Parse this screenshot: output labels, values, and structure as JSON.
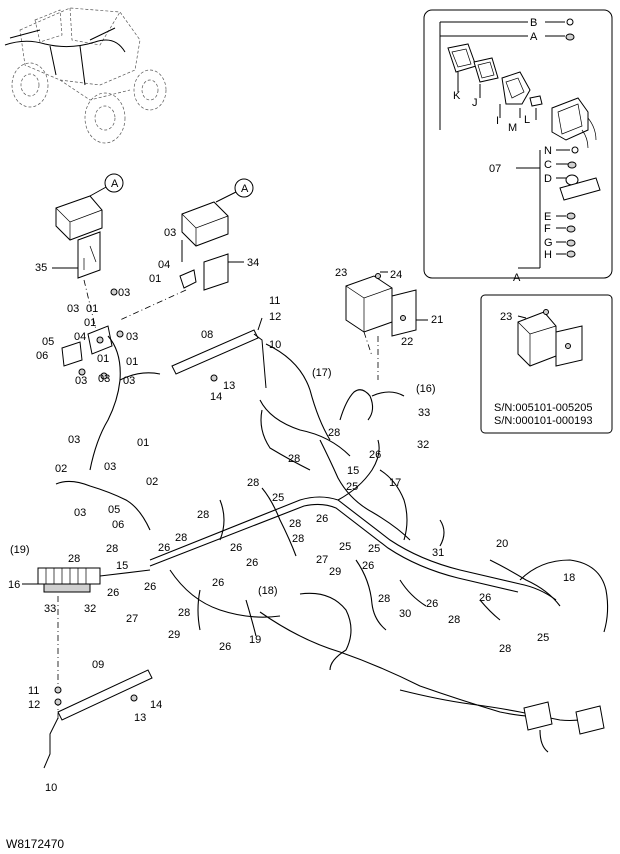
{
  "callout_labels": {
    "A": "A",
    "B": "B",
    "C": "C",
    "D": "D",
    "E": "E",
    "F": "F",
    "G": "G",
    "H": "H",
    "I": "I",
    "J": "J",
    "K": "K",
    "L": "L",
    "M": "M",
    "N": "N"
  },
  "part_numbers": {
    "p01": "01",
    "p02": "02",
    "p03": "03",
    "p04": "04",
    "p05": "05",
    "p06": "06",
    "p07": "07",
    "p08": "08",
    "p09": "09",
    "p10": "10",
    "p11": "11",
    "p12": "12",
    "p13": "13",
    "p14": "14",
    "p15": "15",
    "p16": "16",
    "p17": "17",
    "p18": "18",
    "p19": "19",
    "p20": "20",
    "p21": "21",
    "p22": "22",
    "p23": "23",
    "p24": "24",
    "p25": "25",
    "p26": "26",
    "p27": "27",
    "p28": "28",
    "p29": "29",
    "p30": "30",
    "p31": "31",
    "p32": "32",
    "p33": "33",
    "p34": "34",
    "p35": "35",
    "p16p": "(16)",
    "p17p": "(17)",
    "p18p": "(18)",
    "p19p": "(19)"
  },
  "serial_notes": [
    "S/N:005101-005205",
    "S/N:000101-000193"
  ],
  "drawing_id": "W8172470"
}
